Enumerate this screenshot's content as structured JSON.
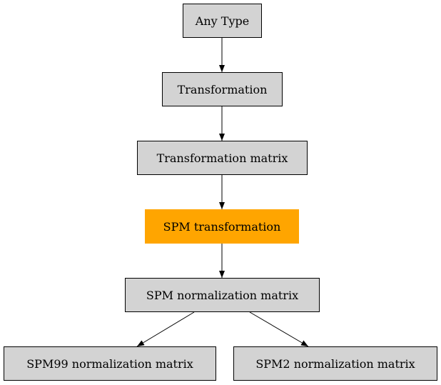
{
  "diagram": {
    "node_fill": "#d3d3d3",
    "highlight_fill": "#ffa500",
    "edge_color": "#000000",
    "nodes": {
      "any_type": "Any Type",
      "transformation": "Transformation",
      "transformation_matrix": "Transformation matrix",
      "spm_transformation": "SPM transformation",
      "spm_normalization_matrix": "SPM normalization matrix",
      "spm99_normalization_matrix": "SPM99 normalization matrix",
      "spm2_normalization_matrix": "SPM2 normalization matrix"
    },
    "highlighted_node": "SPM transformation"
  }
}
